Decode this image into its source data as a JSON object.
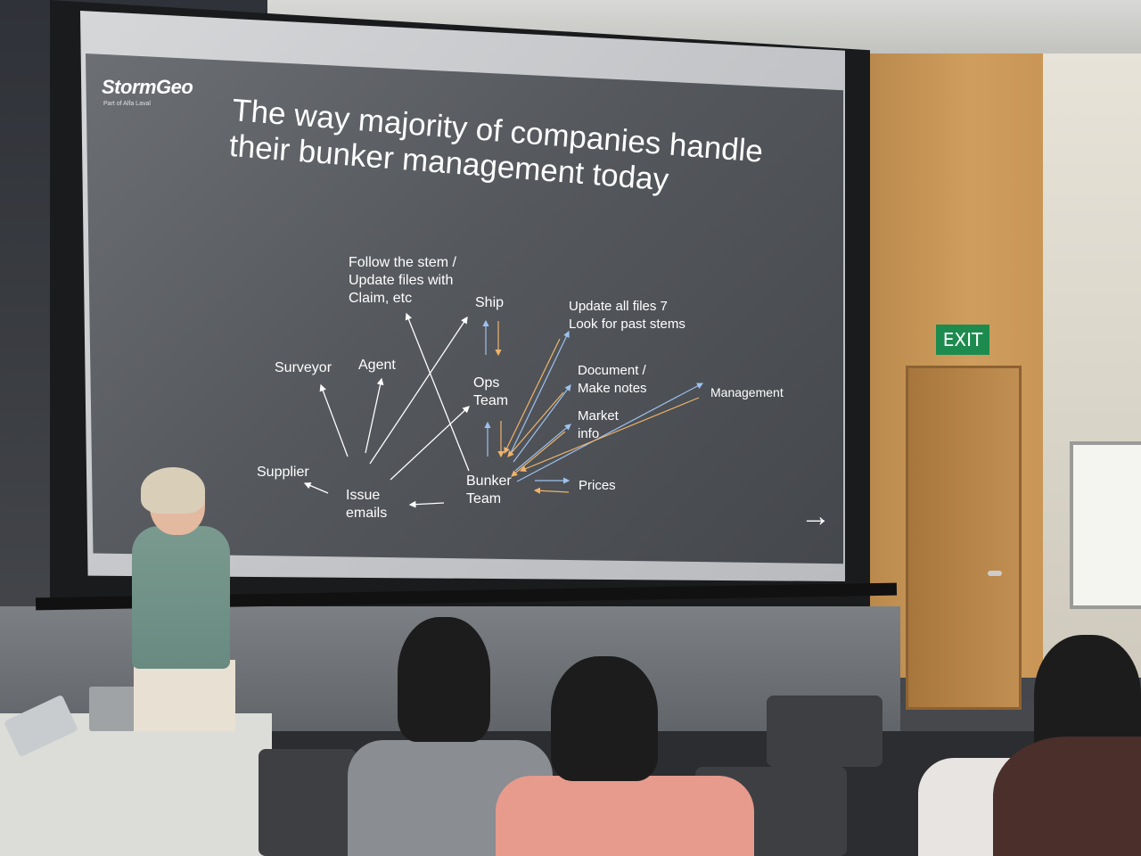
{
  "slide": {
    "brand": {
      "logo": "StormGeo",
      "tagline": "Part of Alfa Laval"
    },
    "title": "The way majority of companies handle\ntheir bunker management today",
    "nodes": {
      "follow_stem": "Follow the stem /\nUpdate files with\nClaim, etc",
      "ship": "Ship",
      "update_files": "Update all files 7\nLook for past stems",
      "surveyor": "Surveyor",
      "agent": "Agent",
      "ops_team": "Ops\nTeam",
      "document": "Document /\nMake notes",
      "management": "Management",
      "market_info": "Market\ninfo",
      "supplier": "Supplier",
      "issue_emails": "Issue\nemails",
      "bunker_team": "Bunker\nTeam",
      "prices": "Prices"
    },
    "colors": {
      "arrow_white": "#ffffff",
      "arrow_blue": "#9cc2f0",
      "arrow_orange": "#f0b46a"
    }
  },
  "room": {
    "exit_sign": "EXIT"
  }
}
